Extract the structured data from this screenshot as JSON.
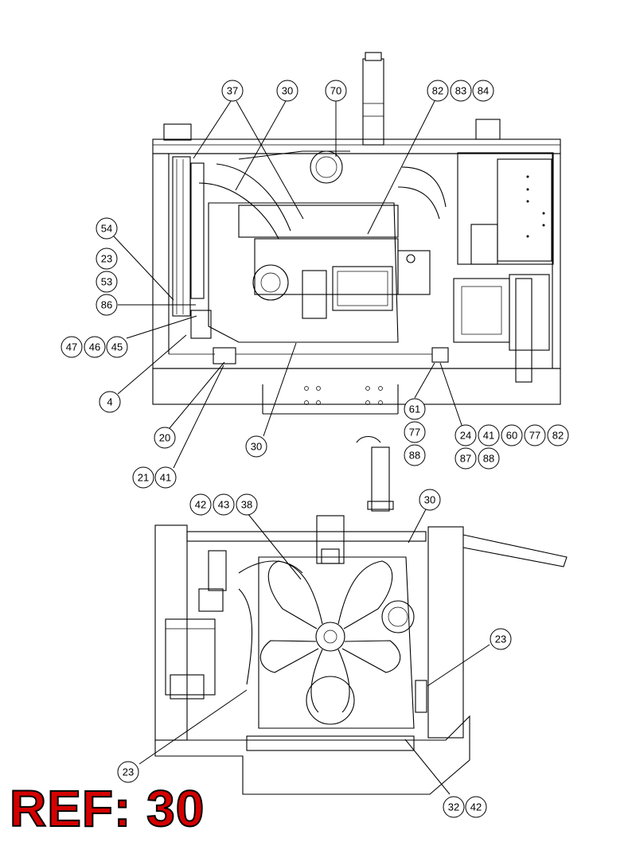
{
  "ref_label": "REF: 30",
  "callouts": [
    "37",
    "30",
    "70",
    "82",
    "83",
    "84",
    "54",
    "23",
    "53",
    "86",
    "47",
    "46",
    "45",
    "4",
    "20",
    "21",
    "41",
    "30",
    "61",
    "77",
    "88",
    "24",
    "41",
    "60",
    "77",
    "82",
    "87",
    "88",
    "42",
    "43",
    "38",
    "30",
    "23",
    "23",
    "32",
    "42"
  ]
}
